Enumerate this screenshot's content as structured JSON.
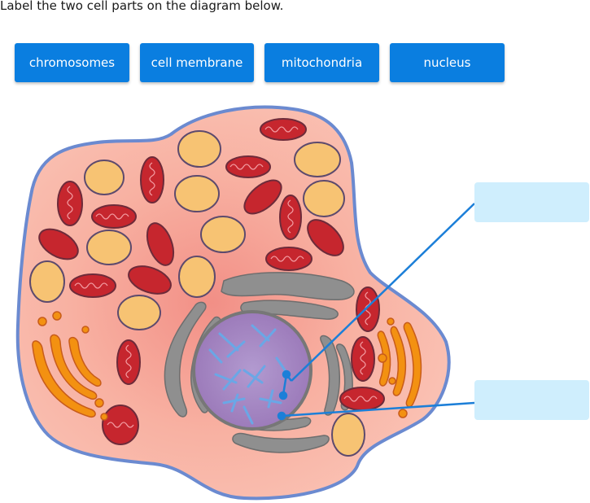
{
  "question": {
    "text": "Label the two cell parts on the diagram below."
  },
  "word_bank": {
    "tiles": [
      {
        "label": "chromosomes"
      },
      {
        "label": "cell membrane"
      },
      {
        "label": "mitochondria"
      },
      {
        "label": "nucleus"
      }
    ]
  },
  "answer_boxes": [
    {
      "value": ""
    },
    {
      "value": ""
    }
  ],
  "colors": {
    "tile": "#0a7ee0",
    "drop_box": "#cfeefd",
    "pointer_line": "#1c7fd8",
    "membrane": "#6b8ad0",
    "cytoplasm": "#f9b8a9",
    "mitochondria": "#c6262e",
    "vesicle": "#f7c373",
    "golgi": "#f39111",
    "er": "#8b8b8b",
    "nucleus": "#a98ac3"
  }
}
